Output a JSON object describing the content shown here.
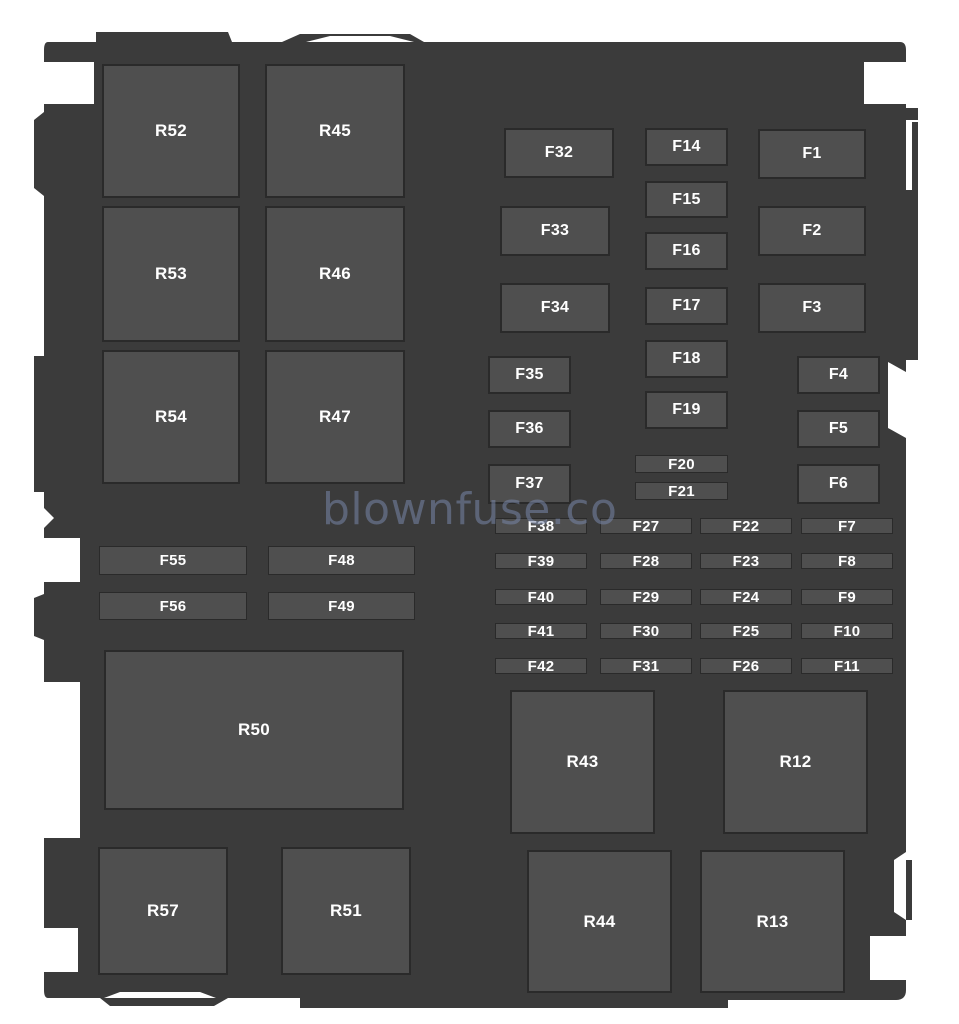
{
  "colors": {
    "housing": "#3b3b3b",
    "slot_fill": "#4f4f4f",
    "slot_border": "#2a2a2a",
    "label": "#ffffff"
  },
  "watermark": "blownfuse.co",
  "relays": {
    "R52": "R52",
    "R45": "R45",
    "R53": "R53",
    "R46": "R46",
    "R54": "R54",
    "R47": "R47",
    "R50": "R50",
    "R57": "R57",
    "R51": "R51",
    "R43": "R43",
    "R12": "R12",
    "R44": "R44",
    "R13": "R13"
  },
  "fuses": {
    "F1": "F1",
    "F2": "F2",
    "F3": "F3",
    "F4": "F4",
    "F5": "F5",
    "F6": "F6",
    "F7": "F7",
    "F8": "F8",
    "F9": "F9",
    "F10": "F10",
    "F11": "F11",
    "F14": "F14",
    "F15": "F15",
    "F16": "F16",
    "F17": "F17",
    "F18": "F18",
    "F19": "F19",
    "F20": "F20",
    "F21": "F21",
    "F22": "F22",
    "F23": "F23",
    "F24": "F24",
    "F25": "F25",
    "F26": "F26",
    "F27": "F27",
    "F28": "F28",
    "F29": "F29",
    "F30": "F30",
    "F31": "F31",
    "F32": "F32",
    "F33": "F33",
    "F34": "F34",
    "F35": "F35",
    "F36": "F36",
    "F37": "F37",
    "F38": "F38",
    "F39": "F39",
    "F40": "F40",
    "F41": "F41",
    "F42": "F42",
    "F48": "F48",
    "F49": "F49",
    "F55": "F55",
    "F56": "F56"
  }
}
